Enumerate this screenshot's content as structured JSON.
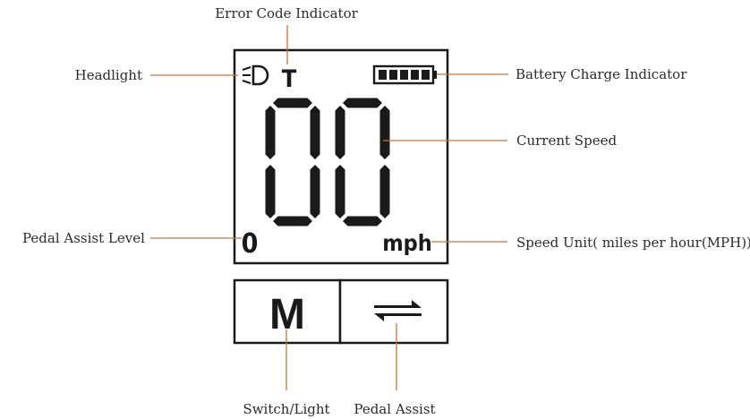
{
  "callouts": {
    "error_code": "Error Code Indicator",
    "headlight": "Headlight",
    "battery": "Battery Charge Indicator",
    "current_speed": "Current Speed",
    "pedal_assist_level": "Pedal Assist Level",
    "speed_unit": "Speed Unit( miles per hour(MPH))",
    "switch_light": "Switch/Light",
    "pedal_assist": "Pedal Assist"
  },
  "display": {
    "speed_digits": "00",
    "assist_level": "0",
    "unit": "mph",
    "error_glyph": "T",
    "battery_cells": 5
  },
  "buttons": {
    "mode_label": "M",
    "assist_icon": "double-arrow-icon"
  },
  "colors": {
    "leader_line": "#c8743c",
    "frame": "#1a1a1a",
    "text": "#2b2b2b"
  }
}
